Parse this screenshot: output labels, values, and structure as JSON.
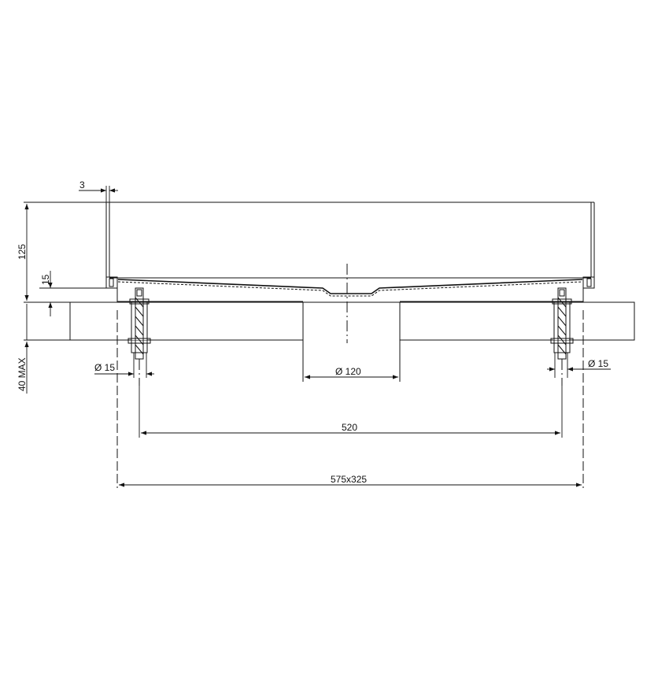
{
  "drawing": {
    "type": "technical-section-drawing",
    "subject": "shower tray / drain basin section with mounting bolts",
    "dimensions": {
      "wall_thickness": "3",
      "height": "125",
      "base_offset": "15",
      "deck_thickness": "40 MAX",
      "bolt_left_diameter": "Ø 15",
      "bolt_right_diameter": "Ø 15",
      "drain_hole_diameter": "Ø 120",
      "bolt_spacing": "520",
      "overall_size": "575x325"
    },
    "colors": {
      "line": "#111111",
      "background": "#ffffff"
    }
  }
}
